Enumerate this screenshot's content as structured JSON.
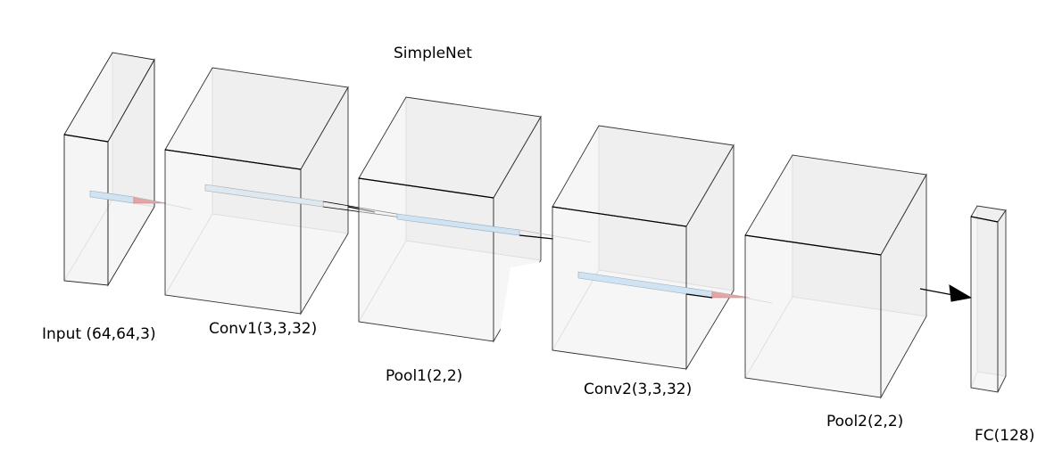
{
  "diagram": {
    "title": "SimpleNet",
    "layers": [
      {
        "id": "input",
        "label": "Input (64,64,3)"
      },
      {
        "id": "conv1",
        "label": "Conv1(3,3,32)"
      },
      {
        "id": "pool1",
        "label": "Pool1(2,2)"
      },
      {
        "id": "conv2",
        "label": "Conv2(3,3,32)"
      },
      {
        "id": "pool2",
        "label": "Pool2(2,2)"
      },
      {
        "id": "fc",
        "label": "FC(128)"
      }
    ],
    "colors": {
      "box_fill": "#efefef",
      "box_edge": "#000000",
      "hidden_edge": "#c8c8c8",
      "kernel_blue": "#cfe3f3",
      "kernel_red": "#e8a4a4",
      "arrow": "#000000"
    }
  }
}
